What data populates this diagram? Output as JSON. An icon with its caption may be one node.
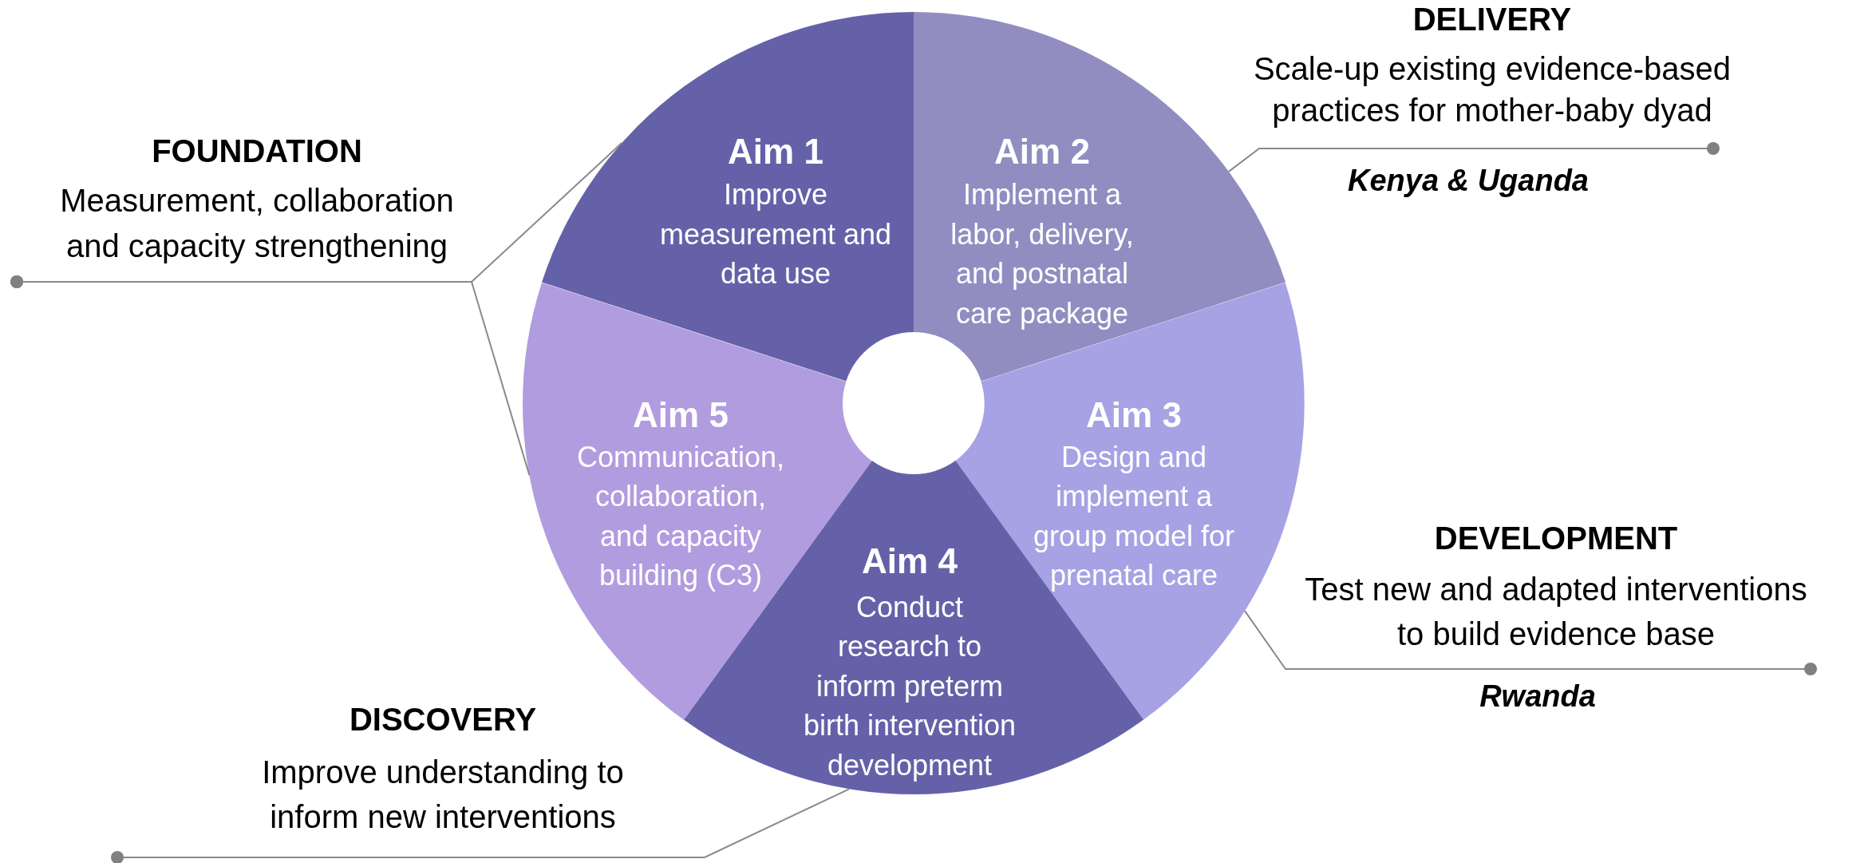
{
  "diagram": {
    "nodes": [
      {
        "text": [
          "Aim 1",
          "Improve measurement and data use"
        ]
      },
      {
        "text": [
          "Aim 2",
          "Implement a labor, delivery, and postnatal care package"
        ]
      },
      {
        "text": [
          "Aim 3",
          "Design and implement a group model for prenatal care"
        ]
      },
      {
        "text": [
          "Aim 4",
          "Conduct research to inform preterm birth intervention development"
        ]
      },
      {
        "text": [
          "Aim 5",
          "Communication, collaboration, and capacity building (C3)"
        ]
      },
      {
        "text": [
          "FOUNDATION",
          "Measurement, collaboration and capacity strengthening"
        ]
      },
      {
        "text": [
          "DELIVERY",
          "Scale-up existing evidence-based practices for mother-baby dyad"
        ],
        "beside": [
          "Kenya & Uganda"
        ]
      },
      {
        "text": [
          "DEVELOPMENT",
          "Test new and adapted interventions to build evidence base"
        ],
        "beside": [
          "Rwanda"
        ]
      },
      {
        "text": [
          "DISCOVERY",
          "Improve understanding to inform new interventions"
        ]
      }
    ],
    "edges": [
      {
        "from": 5,
        "to": 0,
        "arrow": "other"
      },
      {
        "from": 5,
        "to": 4,
        "arrow": "other"
      },
      {
        "from": 6,
        "to": 1,
        "arrow": "other"
      },
      {
        "from": 7,
        "to": 2,
        "arrow": "other"
      },
      {
        "from": 8,
        "to": 3,
        "arrow": "other"
      }
    ]
  }
}
